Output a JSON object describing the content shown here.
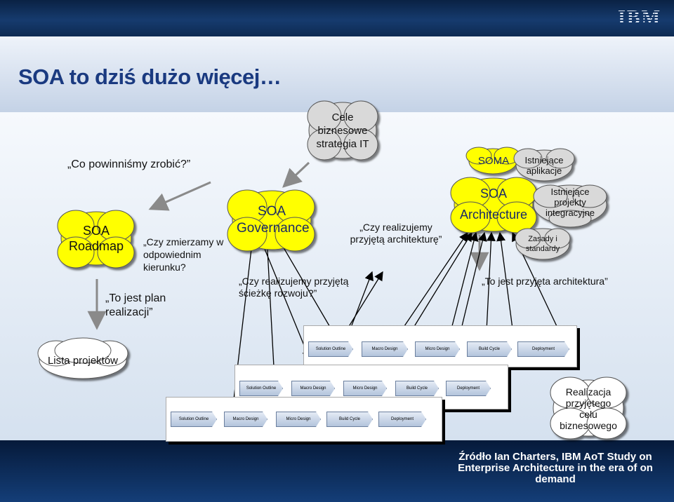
{
  "logo": "IBM",
  "title": "SOA to dziś dużo więcej…",
  "q_what": "„Co powinniśmy zrobić?”",
  "q_direction": "„Czy zmierzamy w odpowiednim kierunku?",
  "q_path": "„Czy realizujemy przyjętą ścieżkę rozwoju?”",
  "q_architecture": "„Czy realizujemy przyjętą architekturę”",
  "plan_text": "„To jest plan realizacji”",
  "arch_text": "„To jest przyjęta architektura”",
  "clouds": {
    "roadmap": "SOA Roadmap",
    "governance": "SOA Governance",
    "goals": "Cele biznesowe strategia IT",
    "soma": "SOMA",
    "apps": "Istniejące aplikacje",
    "architecture": "SOA Architecture",
    "integration": "Istniejące projekty integracyjne",
    "standards": "Zasady i standardy",
    "projects": "Lista projektów",
    "realization": "Realizacja przyjętego celu biznesowego"
  },
  "phases": [
    "Solution Outline",
    "Macro Design",
    "Micro Design",
    "Build Cycle",
    "Deployment"
  ],
  "source": "Źródło Ian Charters, IBM AoT Study on Enterprise Architecture in the era of on demand"
}
